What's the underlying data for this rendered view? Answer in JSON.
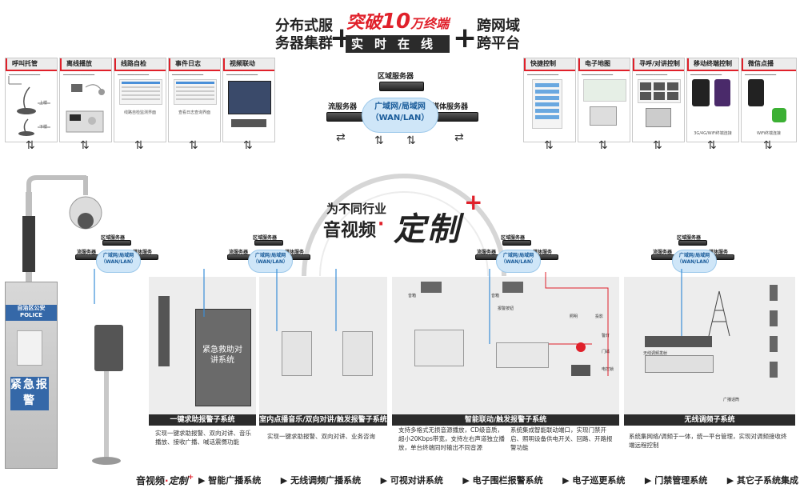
{
  "header": {
    "left_line1": "分布式服",
    "left_line2": "务器集群",
    "mid_line1_a": "突破",
    "mid_line1_b": "10",
    "mid_line1_c": "万终端",
    "mid_line2": "实时在线",
    "right_line1": "跨网域",
    "right_line2": "跨平台"
  },
  "left_panels": [
    {
      "title": "呼叫托管",
      "labels": [
        "上楼",
        "下楼"
      ]
    },
    {
      "title": "离线播放"
    },
    {
      "title": "线路自检",
      "caption": "线路自检监测界面"
    },
    {
      "title": "事件日志",
      "caption": "查看日志查询界面"
    },
    {
      "title": "视频联动"
    }
  ],
  "right_panels": [
    {
      "title": "快捷控制"
    },
    {
      "title": "电子地图"
    },
    {
      "title": "寻呼/对讲控制"
    },
    {
      "title": "移动终端控制",
      "caption": "3G/4G/WiFi终端连接"
    },
    {
      "title": "微信点播",
      "caption": "WiFi终端连接"
    }
  ],
  "top_network": {
    "region_server": "区域服务器",
    "stream_server": "流服务器",
    "media_server": "媒体服务器",
    "cloud_line1": "广域网/局域网",
    "cloud_line2": "（WAN/LAN）"
  },
  "small_network": {
    "region_server": "区域服务器",
    "stream_server": "流服务器",
    "media_server": "媒体服务器",
    "cloud_line1": "广域网/局域网",
    "cloud_line2": "（WAN/LAN）"
  },
  "center_logo": {
    "line1": "为不同行业",
    "line2": "音视频",
    "dot": "·",
    "big": "定制",
    "plus": "+"
  },
  "pillar": {
    "sign": "自治区公安",
    "sign_en": "POLICE",
    "alarm": "紧急报警"
  },
  "sections": [
    {
      "title": "一键求助报警子系统",
      "desc": "实现一键求助报警、双向对讲、音乐播放、接收广播、喊话震慑功能",
      "device_text": "紧急救助对讲系统"
    },
    {
      "title": "室内点播音乐/双向对讲/触发报警子系统",
      "desc": "实现一键求助报警、双向对讲、业务咨询"
    },
    {
      "title": "智能联动/触发报警子系统",
      "desc_left": "支持多格式无损音源播放，CD级音质，超小20Kbps带宽，支持左右声道独立播放，单台终端同时输出不同音源",
      "desc_right": "系统集成智能联动端口，实现门禁开启、照明设备供电开关、回路、开路报警功能",
      "labels": [
        "音箱",
        "音箱",
        "报警按钮",
        "照明",
        "投影",
        "警灯",
        "门磁",
        "电控锁"
      ]
    },
    {
      "title": "无线调频子系统",
      "desc": "系统集网络/调频于一体，统一平台管理，实现对调频接收终端远程控制",
      "labels": [
        "无线调频发射",
        "广播话筒"
      ]
    }
  ],
  "footer": {
    "brand_a": "音视频",
    "brand_dot": "·",
    "brand_b": "定制",
    "brand_plus": "+",
    "items": [
      "智能广播系统",
      "无线调频广播系统",
      "可视对讲系统",
      "电子围栏报警系统",
      "电子巡更系统",
      "门禁管理系统",
      "其它子系统集成"
    ]
  },
  "colors": {
    "accent_red": "#e0202a",
    "dark": "#2b2b2b",
    "cloud_blue": "#cfe6f8",
    "line_blue": "#3a8fd8"
  }
}
